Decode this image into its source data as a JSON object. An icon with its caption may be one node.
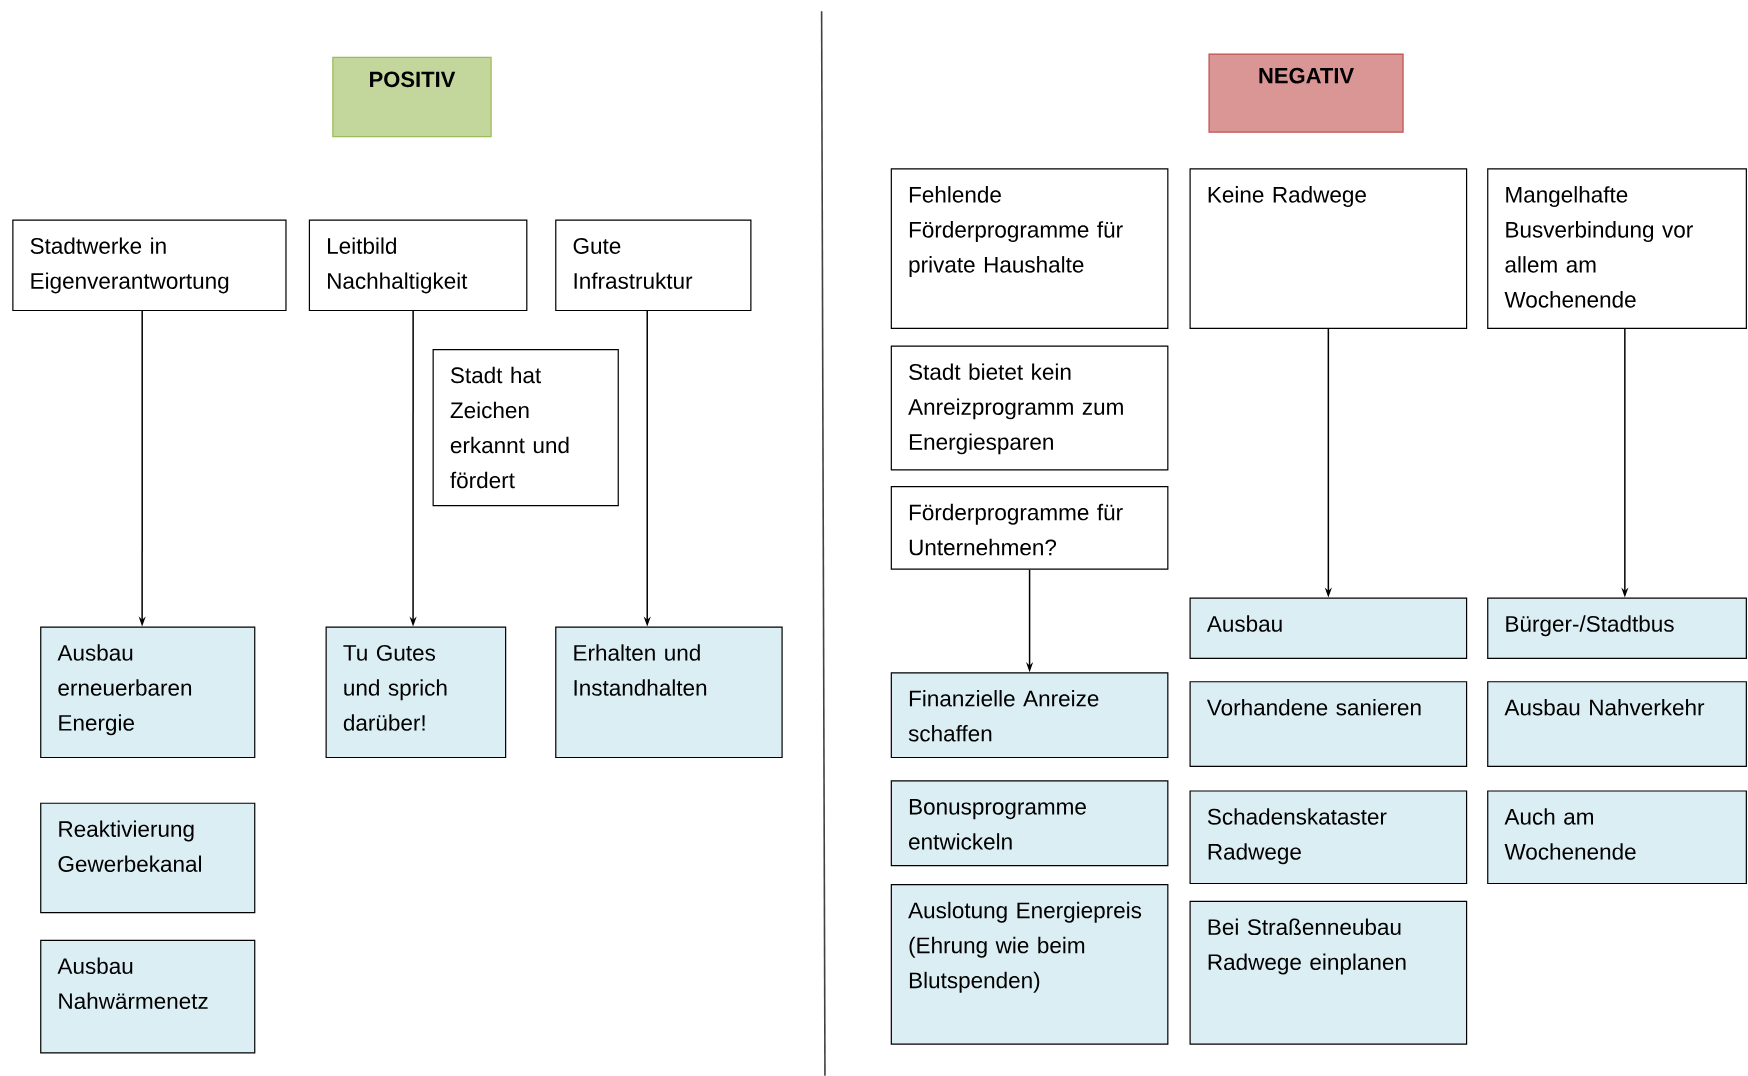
{
  "diagram": {
    "nodes": [
      {
        "text": [
          "POSITIV"
        ]
      },
      {
        "text": [
          "Stadtwerke in Eigenverantwortung"
        ]
      },
      {
        "text": [
          "Leitbild Nachhaltigkeit"
        ]
      },
      {
        "text": [
          "Gute Infrastruktur"
        ]
      },
      {
        "text": [
          "Stadt hat Zeichen erkannt und fördert"
        ]
      },
      {
        "text": [
          "Ausbau erneuerbaren Energie"
        ]
      },
      {
        "text": [
          "Tu Gutes und sprich darüber!"
        ]
      },
      {
        "text": [
          "Erhalten und Instandhalten"
        ]
      },
      {
        "text": [
          "Reaktivierung Gewerbekanal"
        ]
      },
      {
        "text": [
          "Ausbau Nahwärmenetz"
        ]
      },
      {
        "text": [
          "NEGATIV"
        ]
      },
      {
        "text": [
          "Fehlende Förderprogramme für private Haushalte"
        ]
      },
      {
        "text": [
          "Keine Radwege"
        ]
      },
      {
        "text": [
          "Mangelhafte Busverbindung vor allem am Wochenende"
        ]
      },
      {
        "text": [
          "Stadt bietet kein Anreizprogramm zum Energiesparen"
        ]
      },
      {
        "text": [
          "Förderprogramme für Unternehmen?"
        ]
      },
      {
        "text": [
          "Finanzielle Anreize schaffen"
        ]
      },
      {
        "text": [
          "Bonusprogramme entwickeln"
        ]
      },
      {
        "text": [
          "Auslotung Energiepreis (Ehrung wie beim Blutspenden)"
        ]
      },
      {
        "text": [
          "Ausbau"
        ]
      },
      {
        "text": [
          "Vorhandene sanieren"
        ]
      },
      {
        "text": [
          "Schadenskataster Radwege"
        ]
      },
      {
        "text": [
          "Bei Straßenneubau Radwege einplanen"
        ]
      },
      {
        "text": [
          "Bürger-/Stadtbus"
        ]
      },
      {
        "text": [
          "Ausbau Nahverkehr"
        ]
      },
      {
        "text": [
          "Auch am Wochenende"
        ]
      }
    ],
    "edges": [
      {
        "from": 1,
        "to": 5,
        "arrow": "to"
      },
      {
        "from": 2,
        "to": 6,
        "arrow": "to"
      },
      {
        "from": 3,
        "to": 7,
        "arrow": "to"
      },
      {
        "from": 15,
        "to": 16,
        "arrow": "to"
      },
      {
        "from": 12,
        "to": 19,
        "arrow": "to"
      },
      {
        "from": 13,
        "to": 23,
        "arrow": "to"
      }
    ]
  }
}
